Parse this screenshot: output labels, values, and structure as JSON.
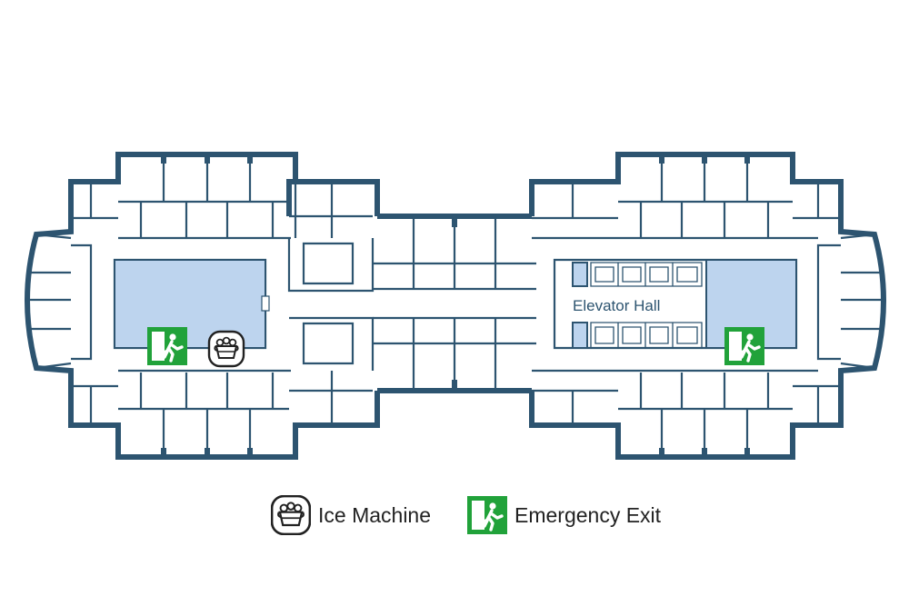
{
  "map": {
    "area_label": "Elevator Hall",
    "colors": {
      "wall": "#2d5470",
      "common_area": "#bdd4ee",
      "exit_green": "#21a23a"
    }
  },
  "legend": {
    "items": [
      {
        "icon": "ice-machine-icon",
        "label": "Ice Machine"
      },
      {
        "icon": "emergency-exit-icon",
        "label": "Emergency Exit"
      }
    ]
  }
}
